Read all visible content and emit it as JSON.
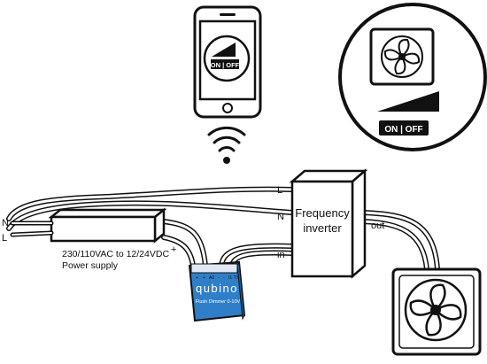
{
  "phone": {
    "toggle_label": "ON | OFF",
    "icons": [
      "smartphone-icon",
      "dimmer-ramp-icon",
      "wifi-icon"
    ]
  },
  "badge": {
    "toggle_label": "ON | OFF",
    "icons": [
      "fan-icon",
      "dimmer-ramp-icon"
    ]
  },
  "power_supply": {
    "line1": "230/110VAC to 12/24VDC",
    "line2": "Power supply",
    "input_n": "N",
    "input_l": "L",
    "out_minus": "-",
    "out_plus": "+"
  },
  "module": {
    "brand": "qubino",
    "model": "Flush Dimmer 0-10V",
    "terminals": [
      "+",
      "+",
      "A0",
      "-",
      "-",
      "I1",
      "TS"
    ]
  },
  "inverter": {
    "line1": "Frequency",
    "line2": "inverter",
    "terminal_l": "L",
    "terminal_n": "N",
    "terminal_in": "in",
    "terminal_out": "out"
  },
  "fan": {
    "icons": [
      "fan-icon"
    ]
  },
  "colors": {
    "stroke": "#111111",
    "module_blue": "#2f7fc8",
    "module_blue_dark": "#1f5f9c",
    "badge_black": "#111111",
    "background": "#ffffff"
  }
}
